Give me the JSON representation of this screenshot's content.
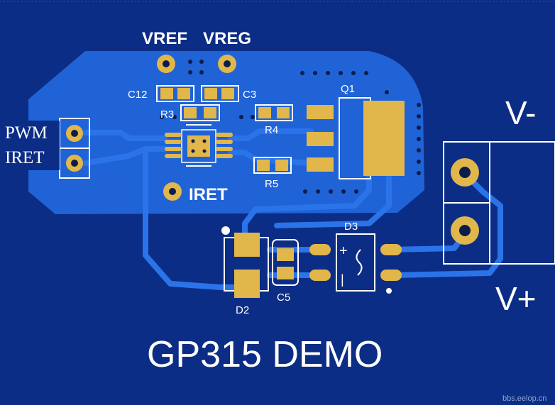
{
  "colors": {
    "background": "#0c2d85",
    "copper_pour": "#1f63d6",
    "trace": "#2b73e8",
    "pad": "#e1b64a",
    "silkscreen": "#ffffff",
    "via": "#0b1d4a"
  },
  "labels": {
    "vref": "VREF",
    "vreg": "VREG",
    "c12": "C12",
    "c3": "C3",
    "r3": "R3",
    "r4": "R4",
    "r5": "R5",
    "q1": "Q1",
    "d2": "D2",
    "d3": "D3",
    "c5": "C5",
    "iret_pad": "IRET",
    "pwm": "PWM",
    "iret": "IRET",
    "v_minus": "V-",
    "v_plus": "V+",
    "title": "GP315 DEMO",
    "watermark": "bbs.eelop.cn",
    "d3_plus": "+",
    "d3_minus": "|"
  }
}
